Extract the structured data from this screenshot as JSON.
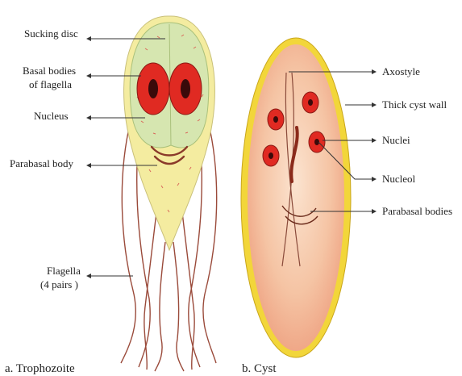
{
  "trophozoite": {
    "caption": "a. Trophozoite",
    "labels": {
      "sucking_disc": "Sucking disc",
      "basal_bodies_1": "Basal bodies",
      "basal_bodies_2": "of flagella",
      "nucleus": "Nucleus",
      "parabasal_body": "Parabasal body",
      "flagella_1": "Flagella",
      "flagella_2": "(4 pairs )"
    }
  },
  "cyst": {
    "caption": "b. Cyst",
    "labels": {
      "axostyle": "Axostyle",
      "thick_cyst_wall": "Thick cyst wall",
      "nuclei": "Nuclei",
      "nucleol": "Nucleol",
      "parabasal_bodies": "Parabasal bodies"
    }
  },
  "colors": {
    "body_yellow": "#f4eca0",
    "disc_green": "#d6e6b0",
    "nucleus_red": "#e02a22",
    "nucleolus_dark": "#3a0a0a",
    "flagella_brown": "#9a4a3a",
    "cyst_wall": "#f2d63a",
    "cyst_inner": "#f3c2a0",
    "label_line": "#333333"
  }
}
